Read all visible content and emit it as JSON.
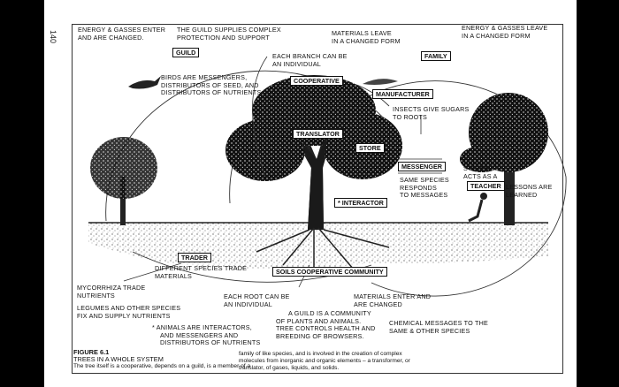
{
  "page_number": "140",
  "labels": {
    "energy_enter": [
      "ENERGY & GASSES ENTER",
      "AND ARE CHANGED."
    ],
    "guild_supplies": [
      "THE GUILD SUPPLIES COMPLEX",
      "PROTECTION AND SUPPORT"
    ],
    "materials_leave": [
      "MATERIALS LEAVE",
      "IN A CHANGED FORM"
    ],
    "energy_leave": [
      "ENERGY & GASSES LEAVE",
      "IN A CHANGED FORM"
    ],
    "each_branch": [
      "EACH BRANCH CAN BE",
      "AN INDIVIDUAL"
    ],
    "birds": [
      "BIRDS ARE MESSENGERS,",
      "DISTRIBUTORS OF SEED, AND",
      "DISTRIBUTORS OF NUTRIENTS"
    ],
    "insects": [
      "INSECTS GIVE SUGARS",
      "TO ROOTS"
    ],
    "same_species": [
      "SAME SPECIES",
      "RESPONDS",
      "TO MESSAGES"
    ],
    "system_acts": [
      "SYSTEM",
      "ACTS AS A"
    ],
    "lessons": [
      "LESSONS ARE",
      "LEARNED"
    ],
    "different_species": [
      "DIFFERENT SPECIES TRADE",
      "MATERIALS"
    ],
    "mycorrhiza": [
      "MYCORRHIZA TRADE",
      "NUTRIENTS"
    ],
    "legumes": [
      "LEGUMES AND OTHER SPECIES",
      "FIX AND SUPPLY NUTRIENTS"
    ],
    "each_root": [
      "EACH ROOT CAN BE",
      "AN INDIVIDUAL"
    ],
    "materials_enter": [
      "MATERIALS ENTER AND",
      "ARE CHANGED"
    ],
    "guild_community": [
      "A GUILD IS A COMMUNITY",
      "OF PLANTS AND ANIMALS.",
      "TREE CONTROLS HEALTH AND",
      "BREEDING OF BROWSERS."
    ],
    "chemical": [
      "CHEMICAL MESSAGES TO THE",
      "SAME & OTHER SPECIES"
    ],
    "animals": [
      "* ANIMALS ARE INTERACTORS,",
      "AND MESSENGERS AND",
      "DISTRIBUTORS OF NUTRIENTS"
    ]
  },
  "boxes": {
    "guild": "GUILD",
    "family": "FAMILY",
    "cooperative": "COOPERATIVE",
    "manufacturer": "MANUFACTURER",
    "translator": "TRANSLATOR",
    "store": "STORE",
    "messenger": "MESSENGER",
    "teacher": "TEACHER",
    "interactor": "* INTERACTOR",
    "trader": "TRADER",
    "soils": "SOILS COOPERATIVE COMMUNITY"
  },
  "caption": {
    "figure": "FIGURE 6.1",
    "title": "TREES IN A WHOLE SYSTEM",
    "text_left": "The tree itself is a cooperative, depends on a guild, is a member of a",
    "text_right": [
      "family of like species, and is involved in the creation of complex",
      "molecules from inorganic and organic elements – a transformer, or",
      "translator, of gases, liquids, and solids."
    ]
  }
}
